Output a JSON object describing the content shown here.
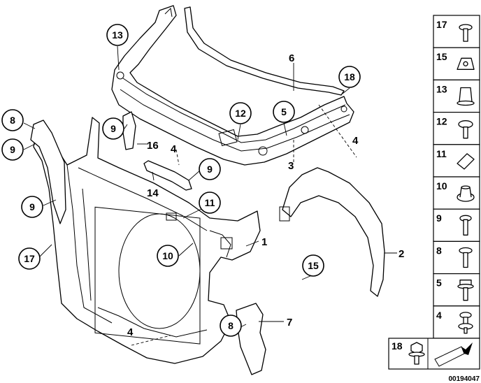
{
  "callouts": {
    "c1": "1",
    "c2": "2",
    "c3": "3",
    "c4a": "4",
    "c4b": "4",
    "c4c": "4",
    "c6": "6",
    "c7": "7",
    "c14": "14",
    "c16": "16"
  },
  "circles": {
    "k8a": "8",
    "k8b": "8",
    "k9a": "9",
    "k9b": "9",
    "k9c": "9",
    "k9d": "9",
    "k10": "10",
    "k11": "11",
    "k12": "12",
    "k13": "13",
    "k5": "5",
    "k15": "15",
    "k17": "17",
    "k18": "18"
  },
  "legend": [
    {
      "number": "17",
      "icon": "plug-clip-icon"
    },
    {
      "number": "15",
      "icon": "spring-nut-icon"
    },
    {
      "number": "13",
      "icon": "expanding-rivet-icon"
    },
    {
      "number": "12",
      "icon": "push-rivet-icon"
    },
    {
      "number": "11",
      "icon": "cable-clip-icon"
    },
    {
      "number": "10",
      "icon": "rubber-mount-icon"
    },
    {
      "number": "9",
      "icon": "hex-screw-icon"
    },
    {
      "number": "8",
      "icon": "flange-screw-icon"
    },
    {
      "number": "5",
      "icon": "collar-bolt-icon"
    },
    {
      "number": "4",
      "icon": "expanding-nut-icon"
    }
  ],
  "bottom_legend": {
    "number": "18",
    "icon": "hex-bolt-washer-icon"
  },
  "catalog_id": "00194047"
}
